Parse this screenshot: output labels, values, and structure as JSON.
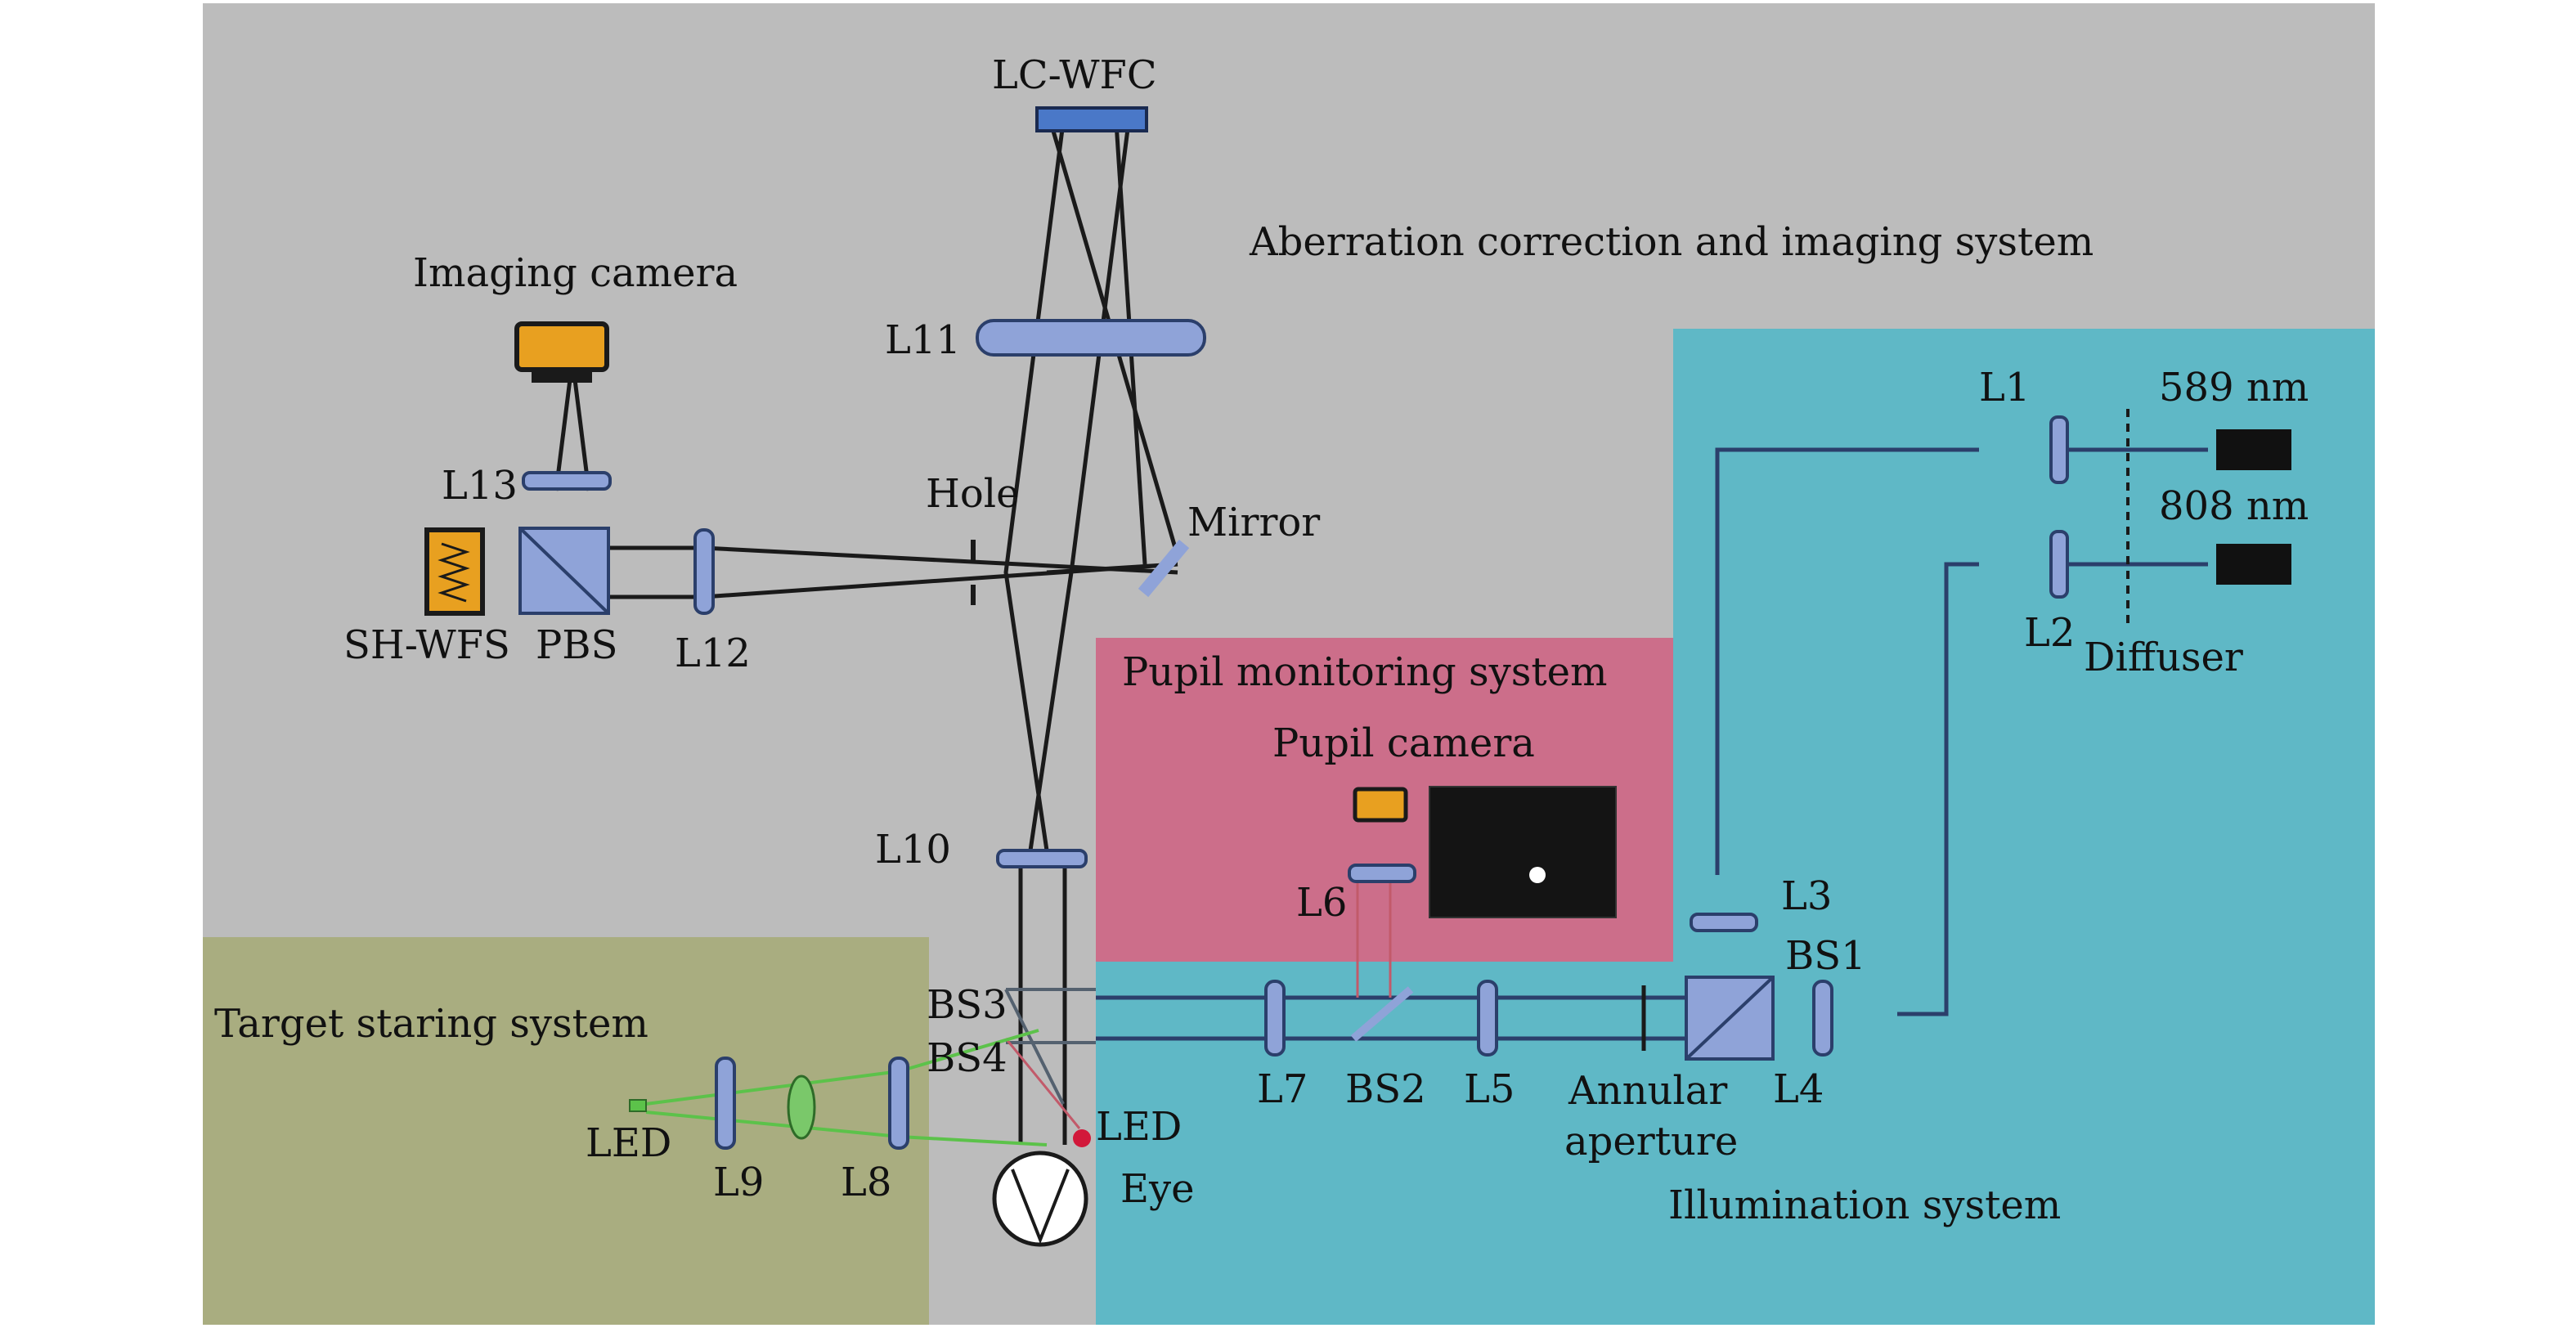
{
  "regions": {
    "aberration_system": "Aberration correction and imaging system",
    "pupil_system": "Pupil monitoring system",
    "target_system": "Target staring system",
    "illumination_system": "Illumination system"
  },
  "components": {
    "lc_wfc": "LC-WFC",
    "imaging_camera": "Imaging camera",
    "l11": "L11",
    "l13": "L13",
    "hole": "Hole",
    "mirror": "Mirror",
    "sh_wfs": "SH-WFS",
    "pbs": "PBS",
    "l12": "L12",
    "l10": "L10",
    "bs3": "BS3",
    "bs4": "BS4",
    "pupil_camera": "Pupil camera",
    "l6": "L6",
    "l7": "L7",
    "bs2": "BS2",
    "l5": "L5",
    "annular_aperture_1": "Annular",
    "annular_aperture_2": "aperture",
    "l4": "L4",
    "l3": "L3",
    "bs1": "BS1",
    "l1": "L1",
    "l2": "L2",
    "wl_589": "589 nm",
    "wl_808": "808 nm",
    "diffuser": "Diffuser",
    "led_target": "LED",
    "led_eye": "LED",
    "eye": "Eye",
    "l9": "L9",
    "l8": "L8"
  },
  "colors": {
    "gray_bg": "#bcbcbc",
    "illumination_bg": "#5fb8c6",
    "pupil_bg": "#cc6e8a",
    "target_bg": "#a9ad80",
    "lens": "#8fa3d8",
    "camera_orange": "#e8a020",
    "laser_black": "#111111"
  }
}
